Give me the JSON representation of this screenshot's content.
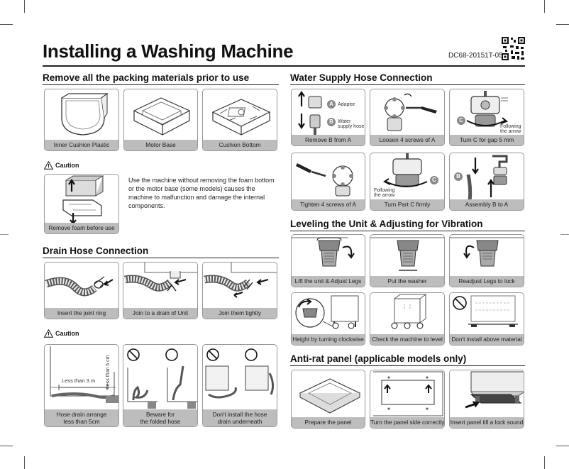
{
  "doc": {
    "title": "Installing a Washing Machine",
    "code": "DC68-20151T-05"
  },
  "packing": {
    "heading": "Remove all the packing materials prior to use",
    "cards": [
      "Inner Cushion Plastic",
      "Motor Base",
      "Cushion Bottom"
    ],
    "caution_label": "Caution",
    "caution_card": "Remove foam before use",
    "caution_text": "Use the machine without removing the foam bottom or the motor base (some models) causes the machine to malfunction and damage the internal components."
  },
  "drain": {
    "heading": "Drain Hose Connection",
    "cards": [
      "Insert the joint ring",
      "Join to a drain of Unit",
      "Join them tightly"
    ],
    "caution_label": "Caution",
    "caution_cards": [
      [
        "Hose drain arrange",
        "less than 5cm"
      ],
      [
        "Beware for",
        "the folded hose"
      ],
      [
        "Don't install the hose",
        "drain underneath"
      ]
    ],
    "dim_h": "Less than 3 m",
    "dim_v": "Less than 5 cm"
  },
  "water": {
    "heading": "Water Supply Hose Connection",
    "cards": [
      "Remove B from A",
      "Loosen 4 screws of A",
      "Turn C for gap 5 mm",
      "Tighten 4 screws of A",
      "Turn Part C firmly",
      "Assembly B to A"
    ],
    "adaptor": "Adaptor",
    "water_hose_1": "Water",
    "water_hose_2": "supply hose",
    "following_1": "Following",
    "following_2": "the arrow",
    "letters": {
      "a": "A",
      "b": "B",
      "c": "C"
    }
  },
  "leveling": {
    "heading": "Leveling the Unit & Adjusting for Vibration",
    "cards": [
      "Lift the unit & Adjust Legs",
      "Put the washer",
      "Readjust Legs to lock",
      "Height by turning clockwise",
      "Check the machine to level",
      "Don't install above material"
    ]
  },
  "antirat": {
    "heading": "Anti-rat panel (applicable models only)",
    "cards": [
      "Prepare the panel",
      "Turn the panel side correctly",
      "Insert panel till a lock sound"
    ]
  },
  "colors": {
    "caption_bg": "#bdbdbd",
    "ink": "#1a1a1a",
    "border": "#999999"
  }
}
